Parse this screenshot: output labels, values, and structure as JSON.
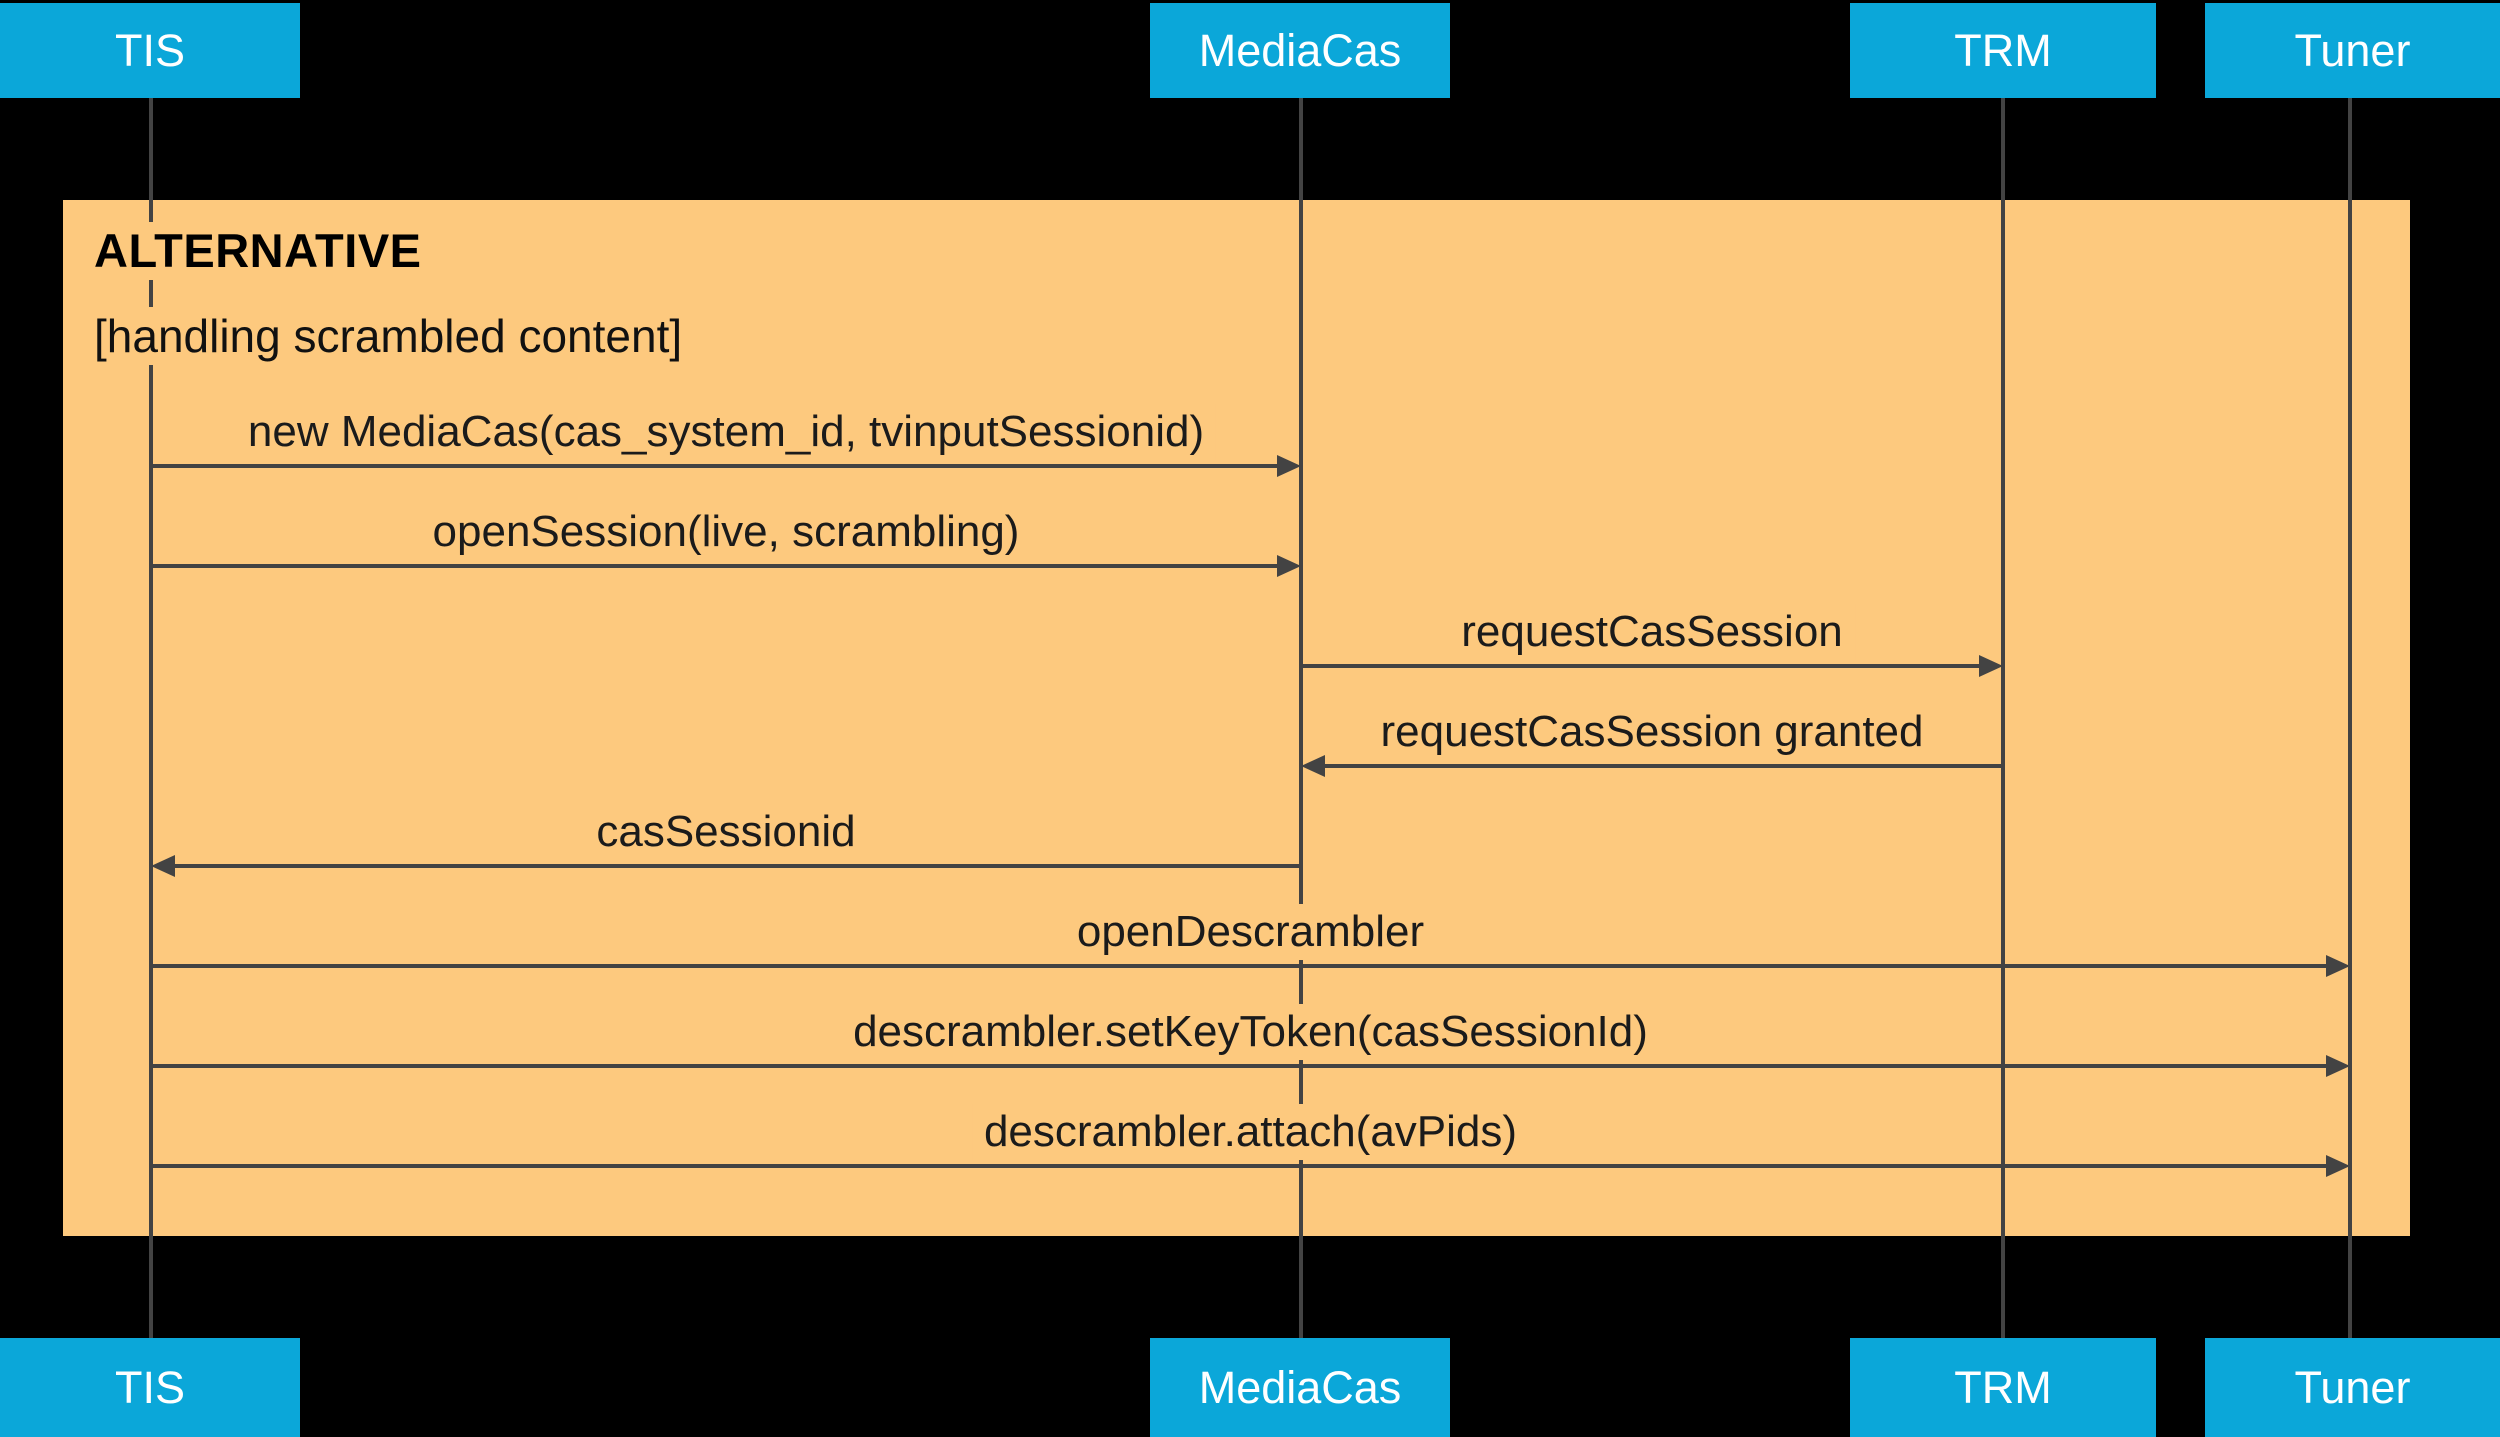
{
  "diagram": {
    "type": "uml-sequence-diagram",
    "actors": [
      {
        "id": "tis",
        "label": "TIS"
      },
      {
        "id": "mediacas",
        "label": "MediaCas"
      },
      {
        "id": "trm",
        "label": "TRM"
      },
      {
        "id": "tuner",
        "label": "Tuner"
      }
    ],
    "frame": {
      "title": "ALTERNATIVE",
      "guard": "[handling scrambled content]"
    },
    "messages": [
      {
        "label": "new MediaCas(cas_system_id, tvinputSessionid)",
        "from": "tis",
        "to": "mediacas"
      },
      {
        "label": "openSession(live, scrambling)",
        "from": "tis",
        "to": "mediacas"
      },
      {
        "label": "requestCasSession",
        "from": "mediacas",
        "to": "trm"
      },
      {
        "label": "requestCasSession granted",
        "from": "trm",
        "to": "mediacas"
      },
      {
        "label": "casSessionid",
        "from": "mediacas",
        "to": "tis"
      },
      {
        "label": "openDescrambler",
        "from": "tis",
        "to": "tuner"
      },
      {
        "label": "descrambler.setKeyToken(casSessionId)",
        "from": "tis",
        "to": "tuner"
      },
      {
        "label": "descrambler.attach(avPids)",
        "from": "tis",
        "to": "tuner"
      }
    ],
    "colors": {
      "background": "#000000",
      "actor_bg": "#0ba7d9",
      "actor_text": "#ffffff",
      "frame_bg": "#fdc97e",
      "line": "#434343",
      "message_text": "#1b1b1b"
    }
  }
}
